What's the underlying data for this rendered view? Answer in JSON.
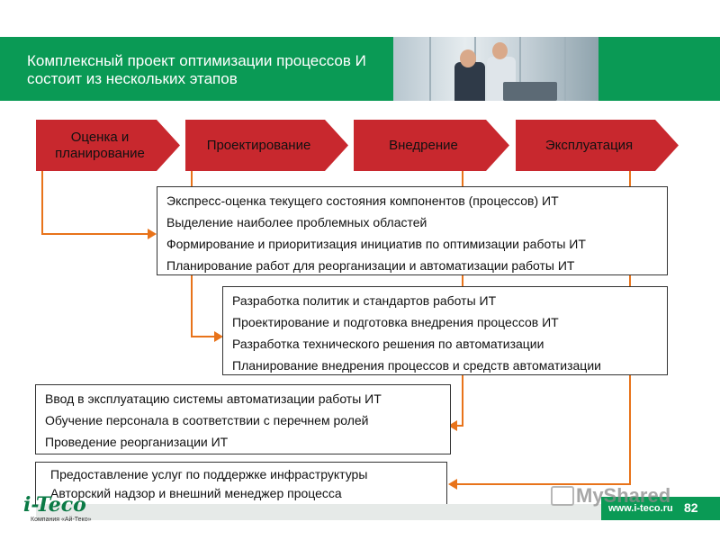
{
  "header": {
    "title": "Комплексный проект оптимизации процессов И\nсостоит из нескольких этапов"
  },
  "stages": [
    {
      "label": "Оценка и\nпланирование"
    },
    {
      "label": "Проектирование"
    },
    {
      "label": "Внедрение"
    },
    {
      "label": "Эксплуатация"
    }
  ],
  "boxes": [
    {
      "lines": [
        "Экспресс-оценка текущего состояния компонентов (процессов) ИТ",
        "Выделение наиболее проблемных областей",
        "Формирование и приоритизация инициатив по оптимизации работы ИТ",
        "Планирование работ для реорганизации и автоматизации работы ИТ"
      ]
    },
    {
      "lines": [
        "Разработка политик и стандартов работы ИТ",
        "Проектирование и подготовка внедрения процессов ИТ",
        "Разработка технического решения по автоматизации",
        "Планирование внедрения процессов и средств автоматизации"
      ]
    },
    {
      "lines": [
        "Ввод в эксплуатацию системы автоматизации работы ИТ",
        "Обучение персонала в соответствии с перечнем ролей",
        "Проведение реорганизации  ИТ"
      ]
    },
    {
      "lines": [
        "Предоставление услуг по поддержке инфраструктуры",
        "Авторский надзор и внешний менеджер процесса"
      ]
    }
  ],
  "footer": {
    "logo": "i-Teco",
    "logo_sub": "Компания «Ай-Теко»",
    "url": "www.i-teco.ru",
    "page": "82",
    "watermark": "MyShared"
  },
  "colors": {
    "header_green": "#0a9a55",
    "stage_red": "#c8282e",
    "connector_orange": "#e8731a"
  }
}
